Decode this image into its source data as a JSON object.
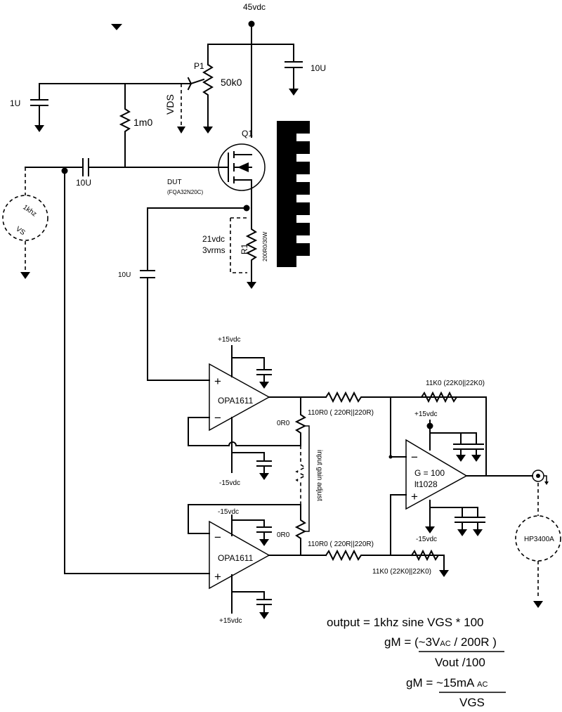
{
  "labels": {
    "supply_45": "45vdc",
    "c_bypass": "10U",
    "p1_ref": "P1",
    "p1_value": "50k0",
    "vds": "VDS",
    "c_gate_filter": "1U",
    "r_gate": "1m0",
    "c_input": "10U",
    "q1_ref": "Q1",
    "dut": "DUT",
    "dut_part": "(FQA32N20C)",
    "source_label": "1khz",
    "source_ref": "VS",
    "v_dc": "21vdc",
    "v_rms": "3vrms",
    "r1_ref": "R1",
    "r1_value": "200R0/30W",
    "c_coupling": "10U",
    "pos15_top": "+15vdc",
    "opa_top": "OPA1611",
    "neg15_mid": "-15vdc",
    "r_0r0_top": "0R0",
    "r_0r0_bot": "0R0",
    "gain_adjust": "input gain adjust",
    "neg15_lower": "-15vdc",
    "opa_bot": "OPA1611",
    "pos15_bot": "+15vdc",
    "r_in_top": "110R0 ( 220R||220R)",
    "r_in_bot": "110R0 ( 220R||220R)",
    "r_fb": "11K0 (22K0||22K0)",
    "r_gnd": "11K0 (22K0||22K0)",
    "pos15_lt": "+15vdc",
    "lt_gain": "G = 100",
    "lt_part": "lt1028",
    "neg15_lt": "-15vdc",
    "meter": "HP3400A",
    "minus": "−",
    "plus": "+"
  },
  "equations": {
    "output": "output = 1khz  sine VGS * 100",
    "gm1_lhs": "gM = (~3V",
    "gm1_sub": "AC",
    "gm1_rhs": " / 200R )",
    "gm1_den": "Vout /100",
    "gm2_lhs": "gM = ~15mA ",
    "gm2_sub": "AC",
    "gm2_den": "VGS"
  }
}
